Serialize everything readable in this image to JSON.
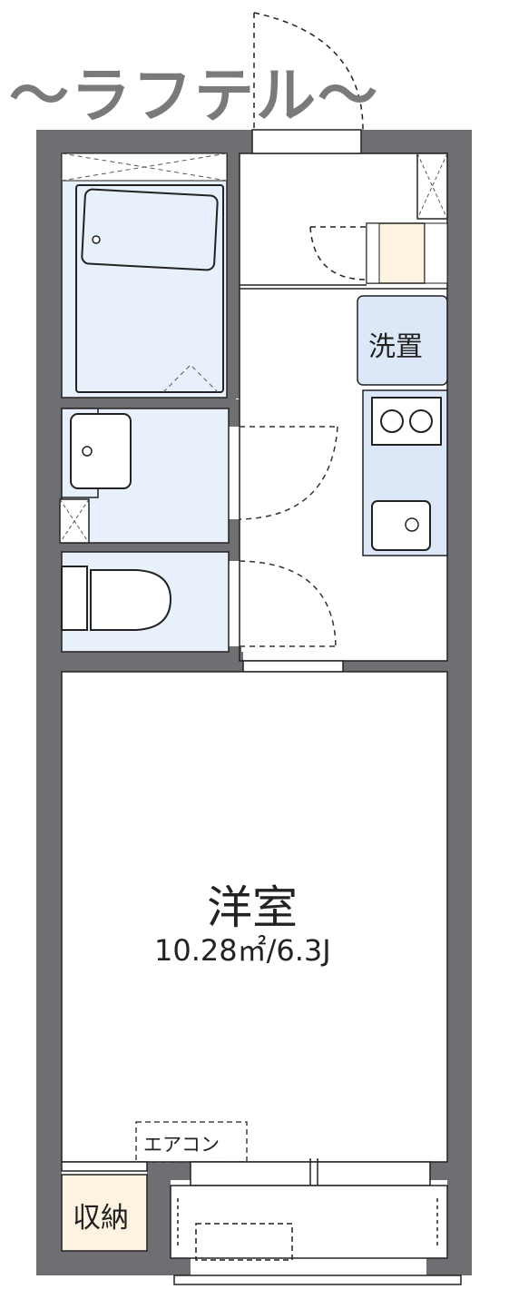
{
  "watermark": "〜ラフテル〜",
  "rooms": {
    "western_name": "洋室",
    "western_area": "10.28㎡/6.3J",
    "washer": "洗置",
    "storage": "収納",
    "aircon": "エアコン"
  },
  "colors": {
    "wall": "#6e6e73",
    "wet_area": "#e8f0fb",
    "fixture_outline": "#3a3a3a",
    "washer_fill": "#dce8f8",
    "storage_fill": "#fdf3e0",
    "watermark": "#7a7a7a"
  }
}
